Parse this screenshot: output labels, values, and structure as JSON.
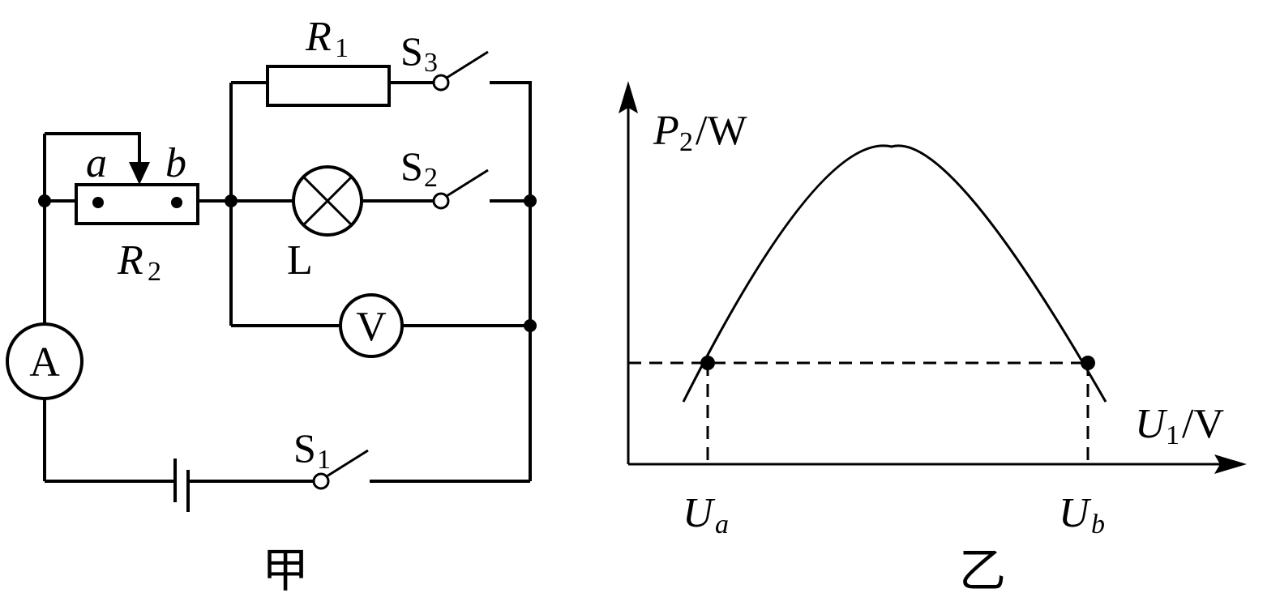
{
  "circuit": {
    "caption": "甲",
    "r1_label": "R",
    "r1_sub": "1",
    "r2_label": "R",
    "r2_sub": "2",
    "switch_s1": "S",
    "switch_s1_sub": "1",
    "switch_s2": "S",
    "switch_s2_sub": "2",
    "switch_s3": "S",
    "switch_s3_sub": "3",
    "lamp_label": "L",
    "terminal_a": "a",
    "terminal_b": "b",
    "ammeter_label": "A",
    "voltmeter_label": "V"
  },
  "graph": {
    "caption": "乙",
    "y_axis_var": "P",
    "y_axis_sub": "2",
    "y_axis_unit": "/W",
    "x_axis_var": "U",
    "x_axis_sub": "1",
    "x_axis_unit": "/V",
    "tick_left_var": "U",
    "tick_left_sub": "a",
    "tick_right_var": "U",
    "tick_right_sub": "b"
  }
}
